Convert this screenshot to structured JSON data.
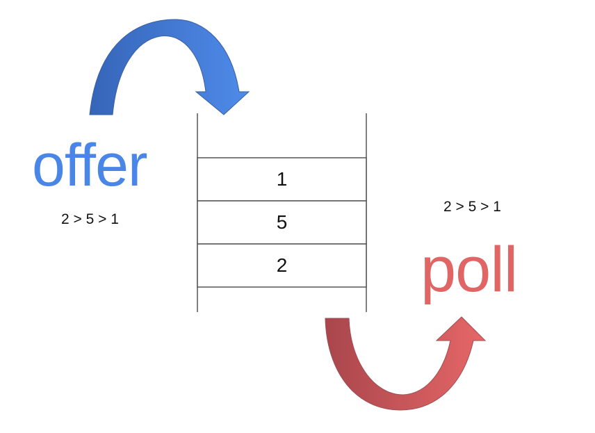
{
  "offer": {
    "label": "offer",
    "sequence": "2 > 5 > 1",
    "color": "#4A86E8",
    "arrow_dark": "#3565B8",
    "arrow_light": "#4F8BEA"
  },
  "poll": {
    "label": "poll",
    "sequence": "2 > 5 > 1",
    "color": "#E06666",
    "arrow_dark": "#A9464C",
    "arrow_light": "#E66767"
  },
  "queue": {
    "cells": [
      {
        "value": "1"
      },
      {
        "value": "5"
      },
      {
        "value": "2"
      }
    ]
  }
}
